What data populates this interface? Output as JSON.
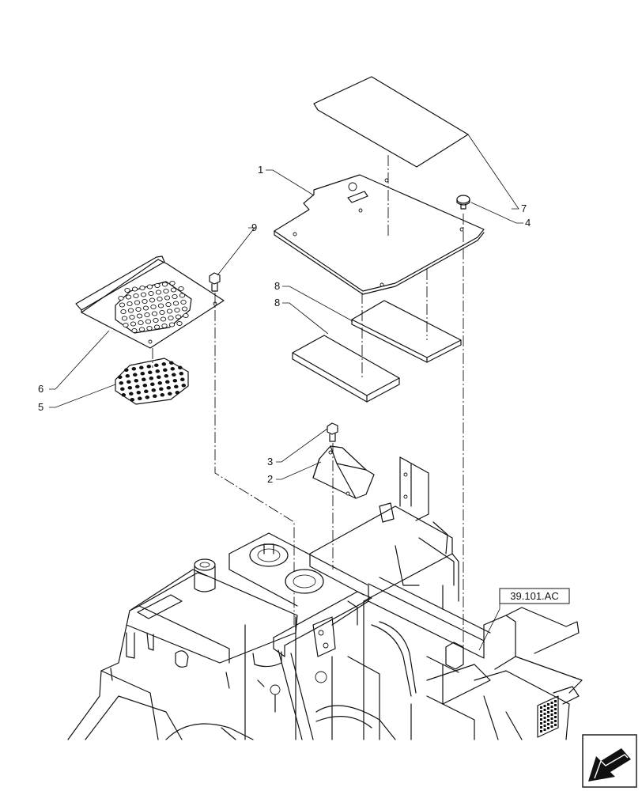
{
  "callouts": {
    "c1": "1",
    "c2": "2",
    "c3": "3",
    "c4": "4",
    "c5": "5",
    "c6": "6",
    "c7": "7",
    "c8a": "8",
    "c8b": "8",
    "c9": "9"
  },
  "reference_box": "39.101.AC",
  "nav_icon": "arrow-back-icon"
}
